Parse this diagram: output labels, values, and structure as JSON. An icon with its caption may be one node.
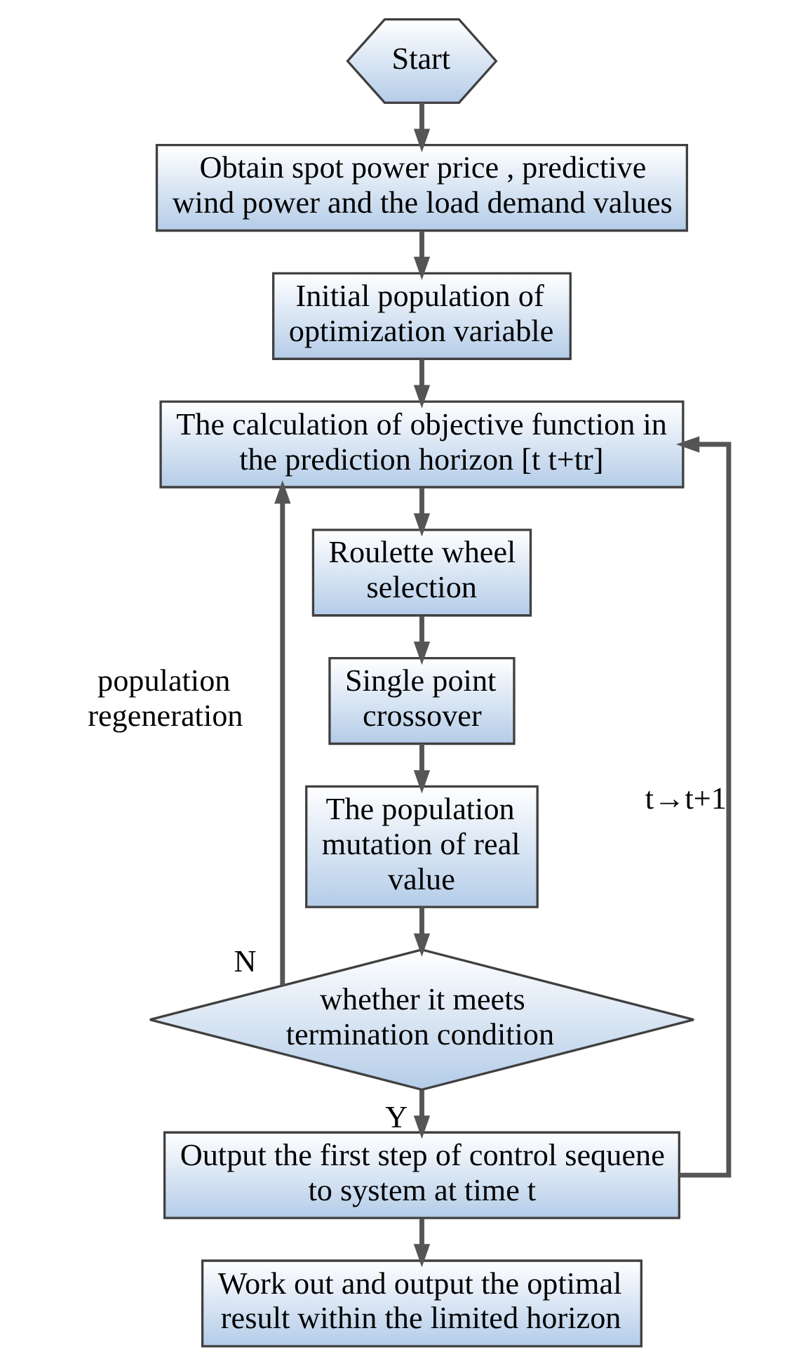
{
  "diagram": {
    "nodes": [
      {
        "text": [
          "Start"
        ]
      },
      {
        "text": [
          "Obtain spot power price , predictive wind power and the load demand values"
        ]
      },
      {
        "text": [
          "Initial population of optimization variable"
        ]
      },
      {
        "text": [
          "The calculation of objective function in the prediction horizon [t t+tr]"
        ]
      },
      {
        "text": [
          "Roulette wheel selection"
        ]
      },
      {
        "text": [
          "Single point crossover"
        ]
      },
      {
        "text": [
          "The population mutation of real value"
        ]
      },
      {
        "text": [
          "whether it meets termination condition"
        ]
      },
      {
        "text": [
          "Output the first step of control sequene to system at time t"
        ]
      },
      {
        "text": [
          "Work out and output the optimal result within the limited horizon"
        ]
      }
    ],
    "edges": [
      {
        "from": 0,
        "to": 1,
        "arrow": "to"
      },
      {
        "from": 1,
        "to": 2,
        "arrow": "to"
      },
      {
        "from": 2,
        "to": 3,
        "arrow": "to"
      },
      {
        "from": 3,
        "to": 4,
        "arrow": "to"
      },
      {
        "from": 4,
        "to": 5,
        "arrow": "to"
      },
      {
        "from": 5,
        "to": 6,
        "arrow": "to"
      },
      {
        "from": 6,
        "to": 7,
        "arrow": "to"
      },
      {
        "from": 7,
        "to": 3,
        "arrow": "to",
        "label": "N"
      },
      {
        "from": 7,
        "to": 8,
        "arrow": "to",
        "label": "Y"
      },
      {
        "from": 8,
        "to": 9,
        "arrow": "to"
      },
      {
        "from": 8,
        "to": 3,
        "arrow": "to",
        "label": "t→t+1"
      }
    ],
    "labels": [
      "population regeneration"
    ]
  }
}
